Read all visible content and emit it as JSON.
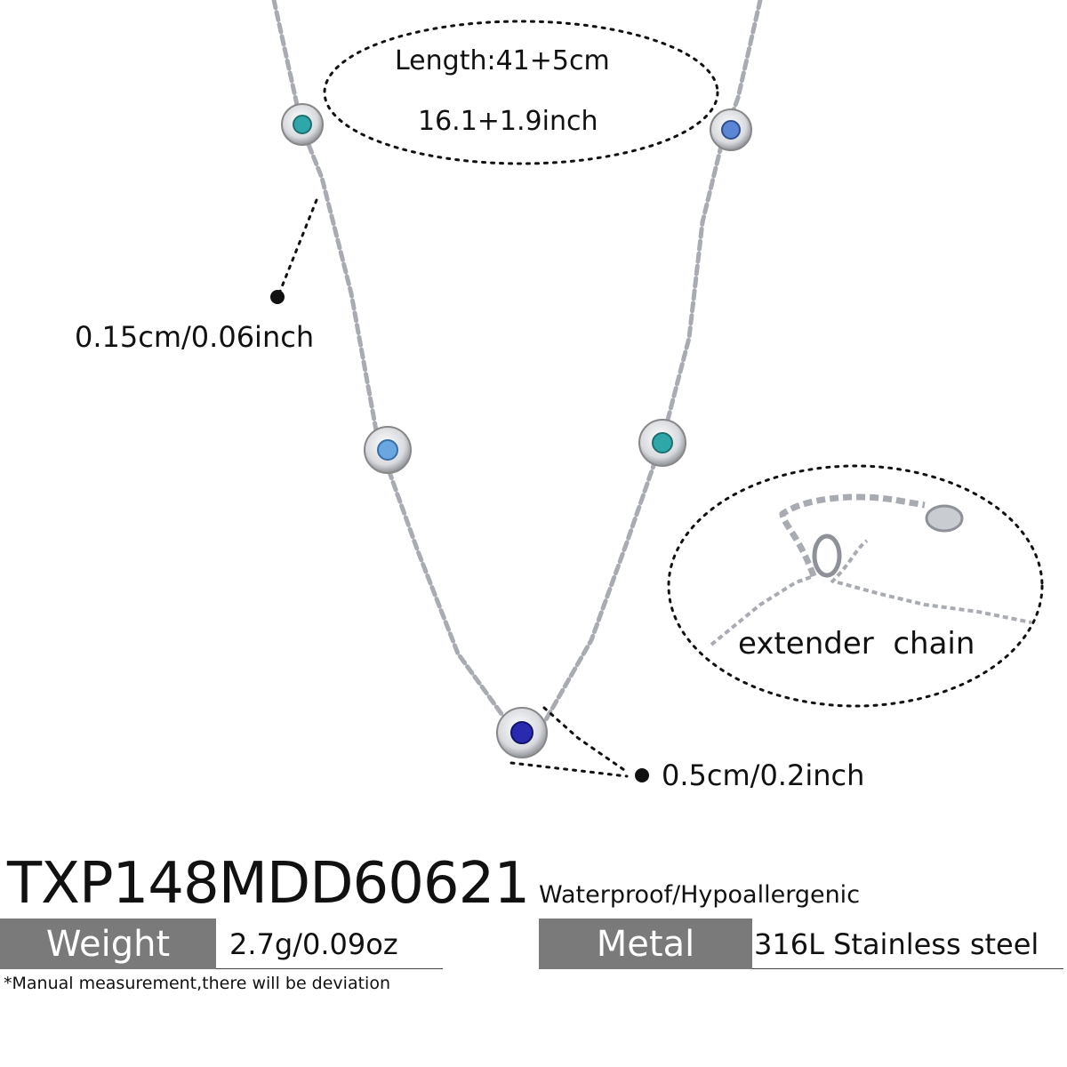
{
  "measurements": {
    "length_cm": "Length:41+5cm",
    "length_inch": "16.1+1.9inch",
    "chain_thickness": "0.15cm/0.06inch",
    "charm_size": "0.5cm/0.2inch",
    "extender_label": "extender  chain"
  },
  "product": {
    "sku": "TXP148MDD60621",
    "features": "Waterproof/Hypoallergenic"
  },
  "specs": {
    "weight_label": "Weight",
    "weight_value": "2.7g/0.09oz",
    "metal_label": "Metal",
    "metal_value": "316L Stainless steel"
  },
  "note": "*Manual measurement,there will be deviation",
  "colors": {
    "label_bg": "#7a7a7a",
    "chain_silver": "#b9bcc1",
    "stone_teal": "#2fa7a8",
    "stone_sky": "#6aa6e0",
    "stone_blue": "#5b86d6",
    "stone_royal": "#2a2ab0"
  }
}
